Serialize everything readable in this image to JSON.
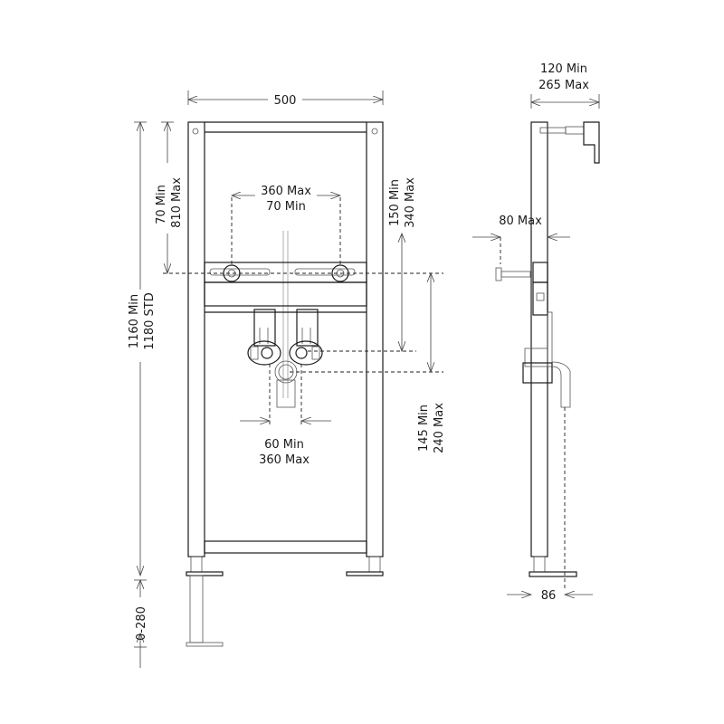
{
  "figure": {
    "title": "Basin mounting frame technical drawing",
    "views": [
      "front-elevation",
      "side-elevation"
    ]
  },
  "front_view": {
    "width_label": "500",
    "tap_spacing": {
      "line1": "360 Max",
      "line2": "70 Min"
    },
    "tap_height": {
      "line1": "70 Min",
      "line2": "810 Max"
    },
    "overall_height": {
      "line1": "1160 Min",
      "line2": "1180 STD"
    },
    "bracket_drop": {
      "line1": "150 Min",
      "line2": "340 Max"
    },
    "waste_drop": {
      "line1": "145 Min",
      "line2": "240 Max"
    },
    "supply_spacing": {
      "line1": "60 Min",
      "line2": "360 Max"
    },
    "foot_extension": "0-280"
  },
  "side_view": {
    "projection": {
      "line1": "120 Min",
      "line2": "265 Max"
    },
    "stud_projection": "80 Max",
    "depth": "86"
  },
  "colors": {
    "line": "#1a1a1a",
    "dimension": "#444444",
    "background": "#ffffff"
  }
}
